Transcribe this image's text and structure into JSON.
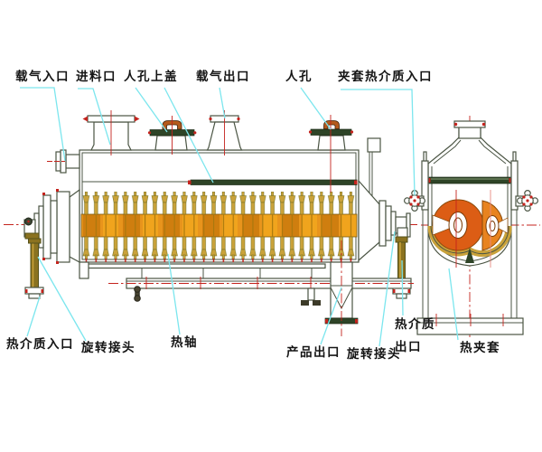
{
  "labels": {
    "carrier_gas_inlet": "载气入口",
    "feed_inlet": "进料口",
    "manhole_top": "人孔",
    "top_cover": "上盖",
    "carrier_gas_outlet": "载气出口",
    "manhole_2": "人孔",
    "jacket_heat_medium_inlet": "夹套热介质入口",
    "heat_medium_inlet": "热介质入口",
    "rotary_joint_left": "旋转接头",
    "hot_shaft": "热轴",
    "product_outlet": "产品出口",
    "rotary_joint_right": "旋转接头",
    "heat_medium_outlet_line1": "热介质",
    "heat_medium_outlet_line2": "出口",
    "hot_jacket": "热夹套"
  },
  "colors": {
    "leader": "#7ce6ee",
    "outline": "#4b5544",
    "centerline_red": "#c4231d",
    "cover_green": "#2e4427",
    "stem_tan": "#c9a23a",
    "paddle_orange": "#e8941c",
    "paddle_dark": "#cf7e0f",
    "paddle_light": "#f0a41d",
    "pipe_olive": "#8a7220",
    "disc_left": "#dc5d15",
    "disc_right": "#e8831f"
  }
}
